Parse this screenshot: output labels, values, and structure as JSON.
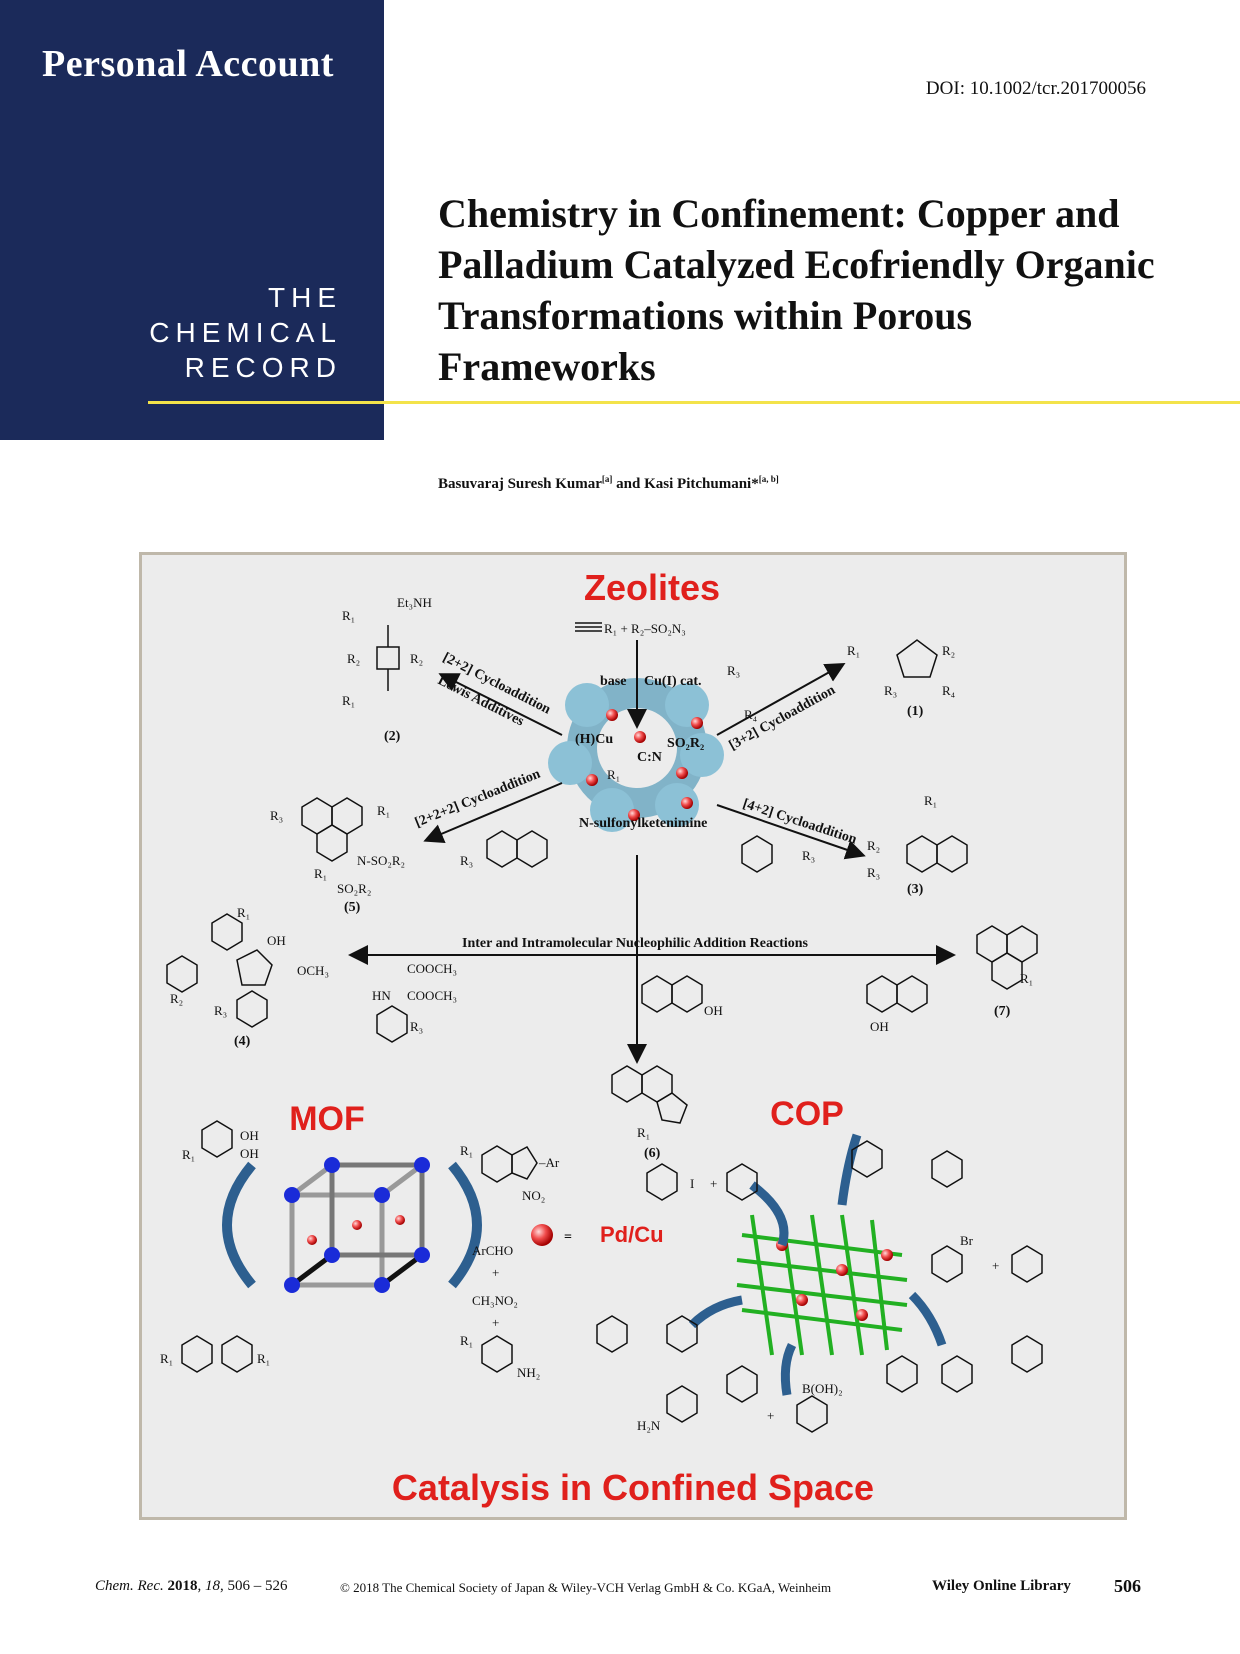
{
  "header": {
    "section": "Personal Account",
    "journal_lines": [
      "THE",
      "CHEMICAL",
      "RECORD"
    ],
    "doi": "DOI: 10.1002/tcr.201700056"
  },
  "article": {
    "title_lines": [
      "Chemistry in Confinement: Copper and",
      "Palladium Catalyzed Ecofriendly Organic",
      "Transformations within Porous",
      "Frameworks"
    ],
    "authors": "Basuvaraj Suresh Kumar",
    "author1_aff": "[a]",
    "and": " and ",
    "author2": "Kasi Pitchumani*",
    "author2_aff": "[a, b]"
  },
  "figure": {
    "zeolites": "Zeolites",
    "mof": "MOF",
    "cop": "COP",
    "bottom_title": "Catalysis in Confined Space",
    "legend": "Pd/Cu",
    "equals": "=",
    "reactants": "R₁ + R₂–SO₂N₃",
    "base": "base",
    "cu_cat": "Cu(I) cat.",
    "intermediate": "N-sulfonylketenimine",
    "int_left": "(H)Cu",
    "int_center": "C:N",
    "int_right": "SO₂R₂",
    "int_r1": "R₁",
    "cyclo_22": "[2+2] Cycloaddition",
    "lewis": "Lewis Additives",
    "cyclo_32": "[3+2] Cycloaddition",
    "cyclo_222": "[2+2+2] Cycloaddition",
    "cyclo_42": "[4+2] Cycloaddition",
    "nucleophilic": "Inter and Intramolecular Nucleophilic Addition Reactions",
    "prod_1": "(1)",
    "prod_2": "(2)",
    "prod_3": "(3)",
    "prod_4": "(4)",
    "prod_5": "(5)",
    "prod_6": "(6)",
    "prod_7": "(7)",
    "et3nh": "Et₃NH",
    "n_so2r2": "N-SO₂R₂",
    "so2r2": "SO₂R₂",
    "och3": "OCH₃",
    "oh": "OH",
    "cooch3": "COOCH₃",
    "hn": "HN",
    "archo": "ArCHO",
    "plus": "+",
    "ch3no2": "CH₃NO₂",
    "nh2": "NH₂",
    "no2": "NO₂",
    "ar": "–Ar",
    "b_oh": "B(OH)₂",
    "h2n": "H₂N",
    "br": "Br",
    "iodo": "I",
    "r1": "R₁",
    "r2": "R₂",
    "r3": "R₃",
    "r4": "R₄"
  },
  "footer": {
    "citation_journal": "Chem. Rec.",
    "citation_year": "2018",
    "citation_vol": "18",
    "citation_pages": ", 506 – 526",
    "copyright": "© 2018 The Chemical Society of Japan & Wiley-VCH Verlag GmbH & Co. KGaA, Weinheim",
    "library": "Wiley Online Library",
    "page": "506"
  }
}
